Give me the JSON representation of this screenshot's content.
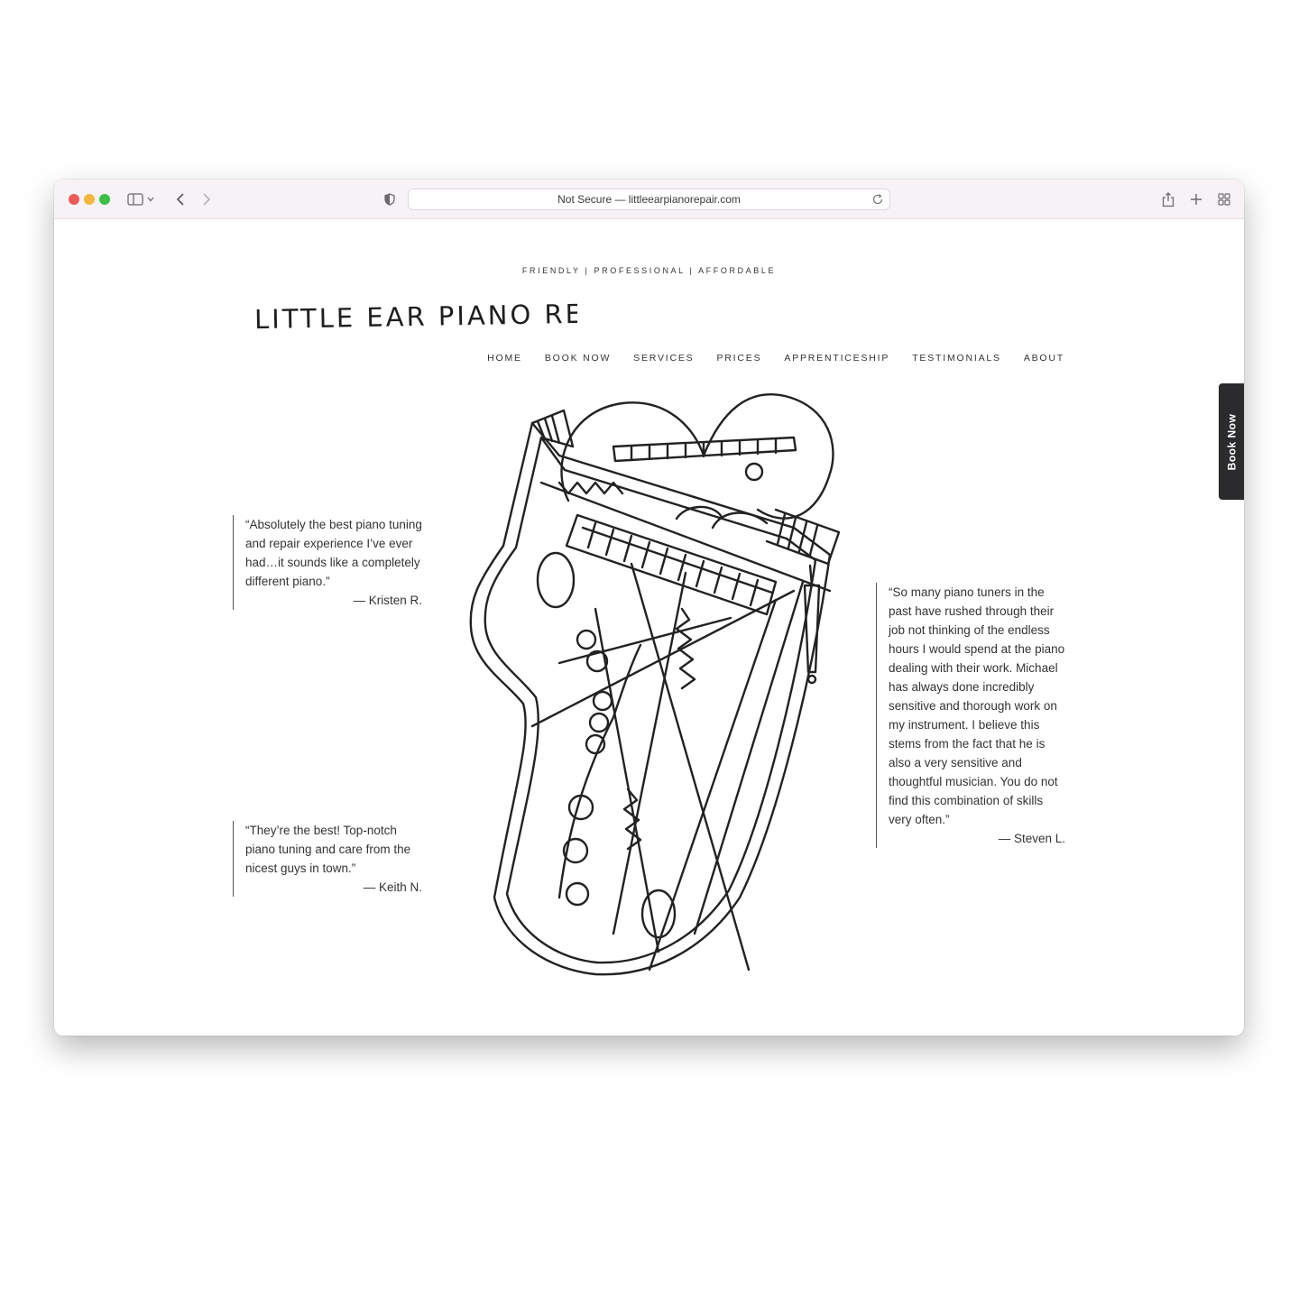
{
  "browser": {
    "address": "Not Secure — littleearpianorepair.com",
    "icons": [
      "sidebar-icon",
      "chevron-down-icon",
      "back-icon",
      "forward-icon",
      "shield-icon",
      "reload-icon",
      "share-icon",
      "new-tab-icon",
      "tab-overview-icon"
    ]
  },
  "site": {
    "tagline": "FRIENDLY | PROFESSIONAL | AFFORDABLE",
    "logo_text": "LITTLE EAR PIANO REPAIR",
    "nav": [
      "HOME",
      "BOOK NOW",
      "SERVICES",
      "PRICES",
      "APPRENTICESHIP",
      "TESTIMONIALS",
      "ABOUT"
    ],
    "book_tab": "Book Now"
  },
  "testimonials": [
    {
      "text": "“Absolutely the best piano tuning and repair experience I’ve ever had…it sounds like a completely different piano.”",
      "author": "— Kristen R."
    },
    {
      "text": "“So many piano tuners in the past have rushed through their job not thinking of the endless hours I would spend at the piano dealing with their work. Michael has always done incredibly sensitive and thorough work on my instrument. I believe this stems from the fact that he is also a very sensitive and thoughtful musician. You do not find this combination of skills very often.”",
      "author": "— Steven L."
    },
    {
      "text": "“They’re the best! Top-notch piano tuning and care from the nicest guys in town.”",
      "author": "— Keith N."
    }
  ],
  "colors": {
    "tab_bg": "#2b2b2d",
    "toolbar_bg": "#f6f2f6",
    "close": "#ee5b56",
    "minimize": "#f4b73c",
    "zoom": "#3cc046"
  }
}
